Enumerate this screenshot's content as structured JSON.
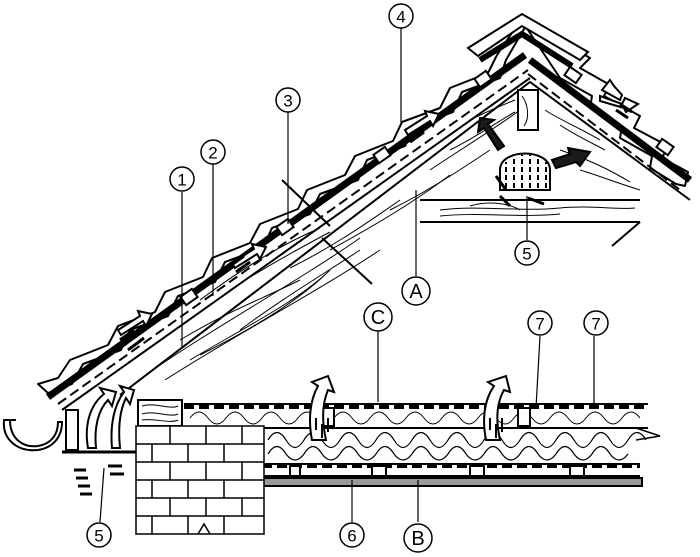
{
  "diagram": {
    "callouts": {
      "c1": "1",
      "c2": "2",
      "c3": "3",
      "c4": "4",
      "c5_ridge": "5",
      "c5_eave": "5",
      "c6": "6",
      "c7_left": "7",
      "c7_right": "7"
    },
    "zones": {
      "A": "A",
      "B": "B",
      "C": "C"
    },
    "colors": {
      "ink": "#000000",
      "paper": "#ffffff",
      "fill_dark": "#1a1a1a",
      "board": "#9a9a9a"
    },
    "icons": [
      "airflow-arrow-icon",
      "gutter-icon",
      "rafter-icon",
      "insulation-icon"
    ]
  }
}
